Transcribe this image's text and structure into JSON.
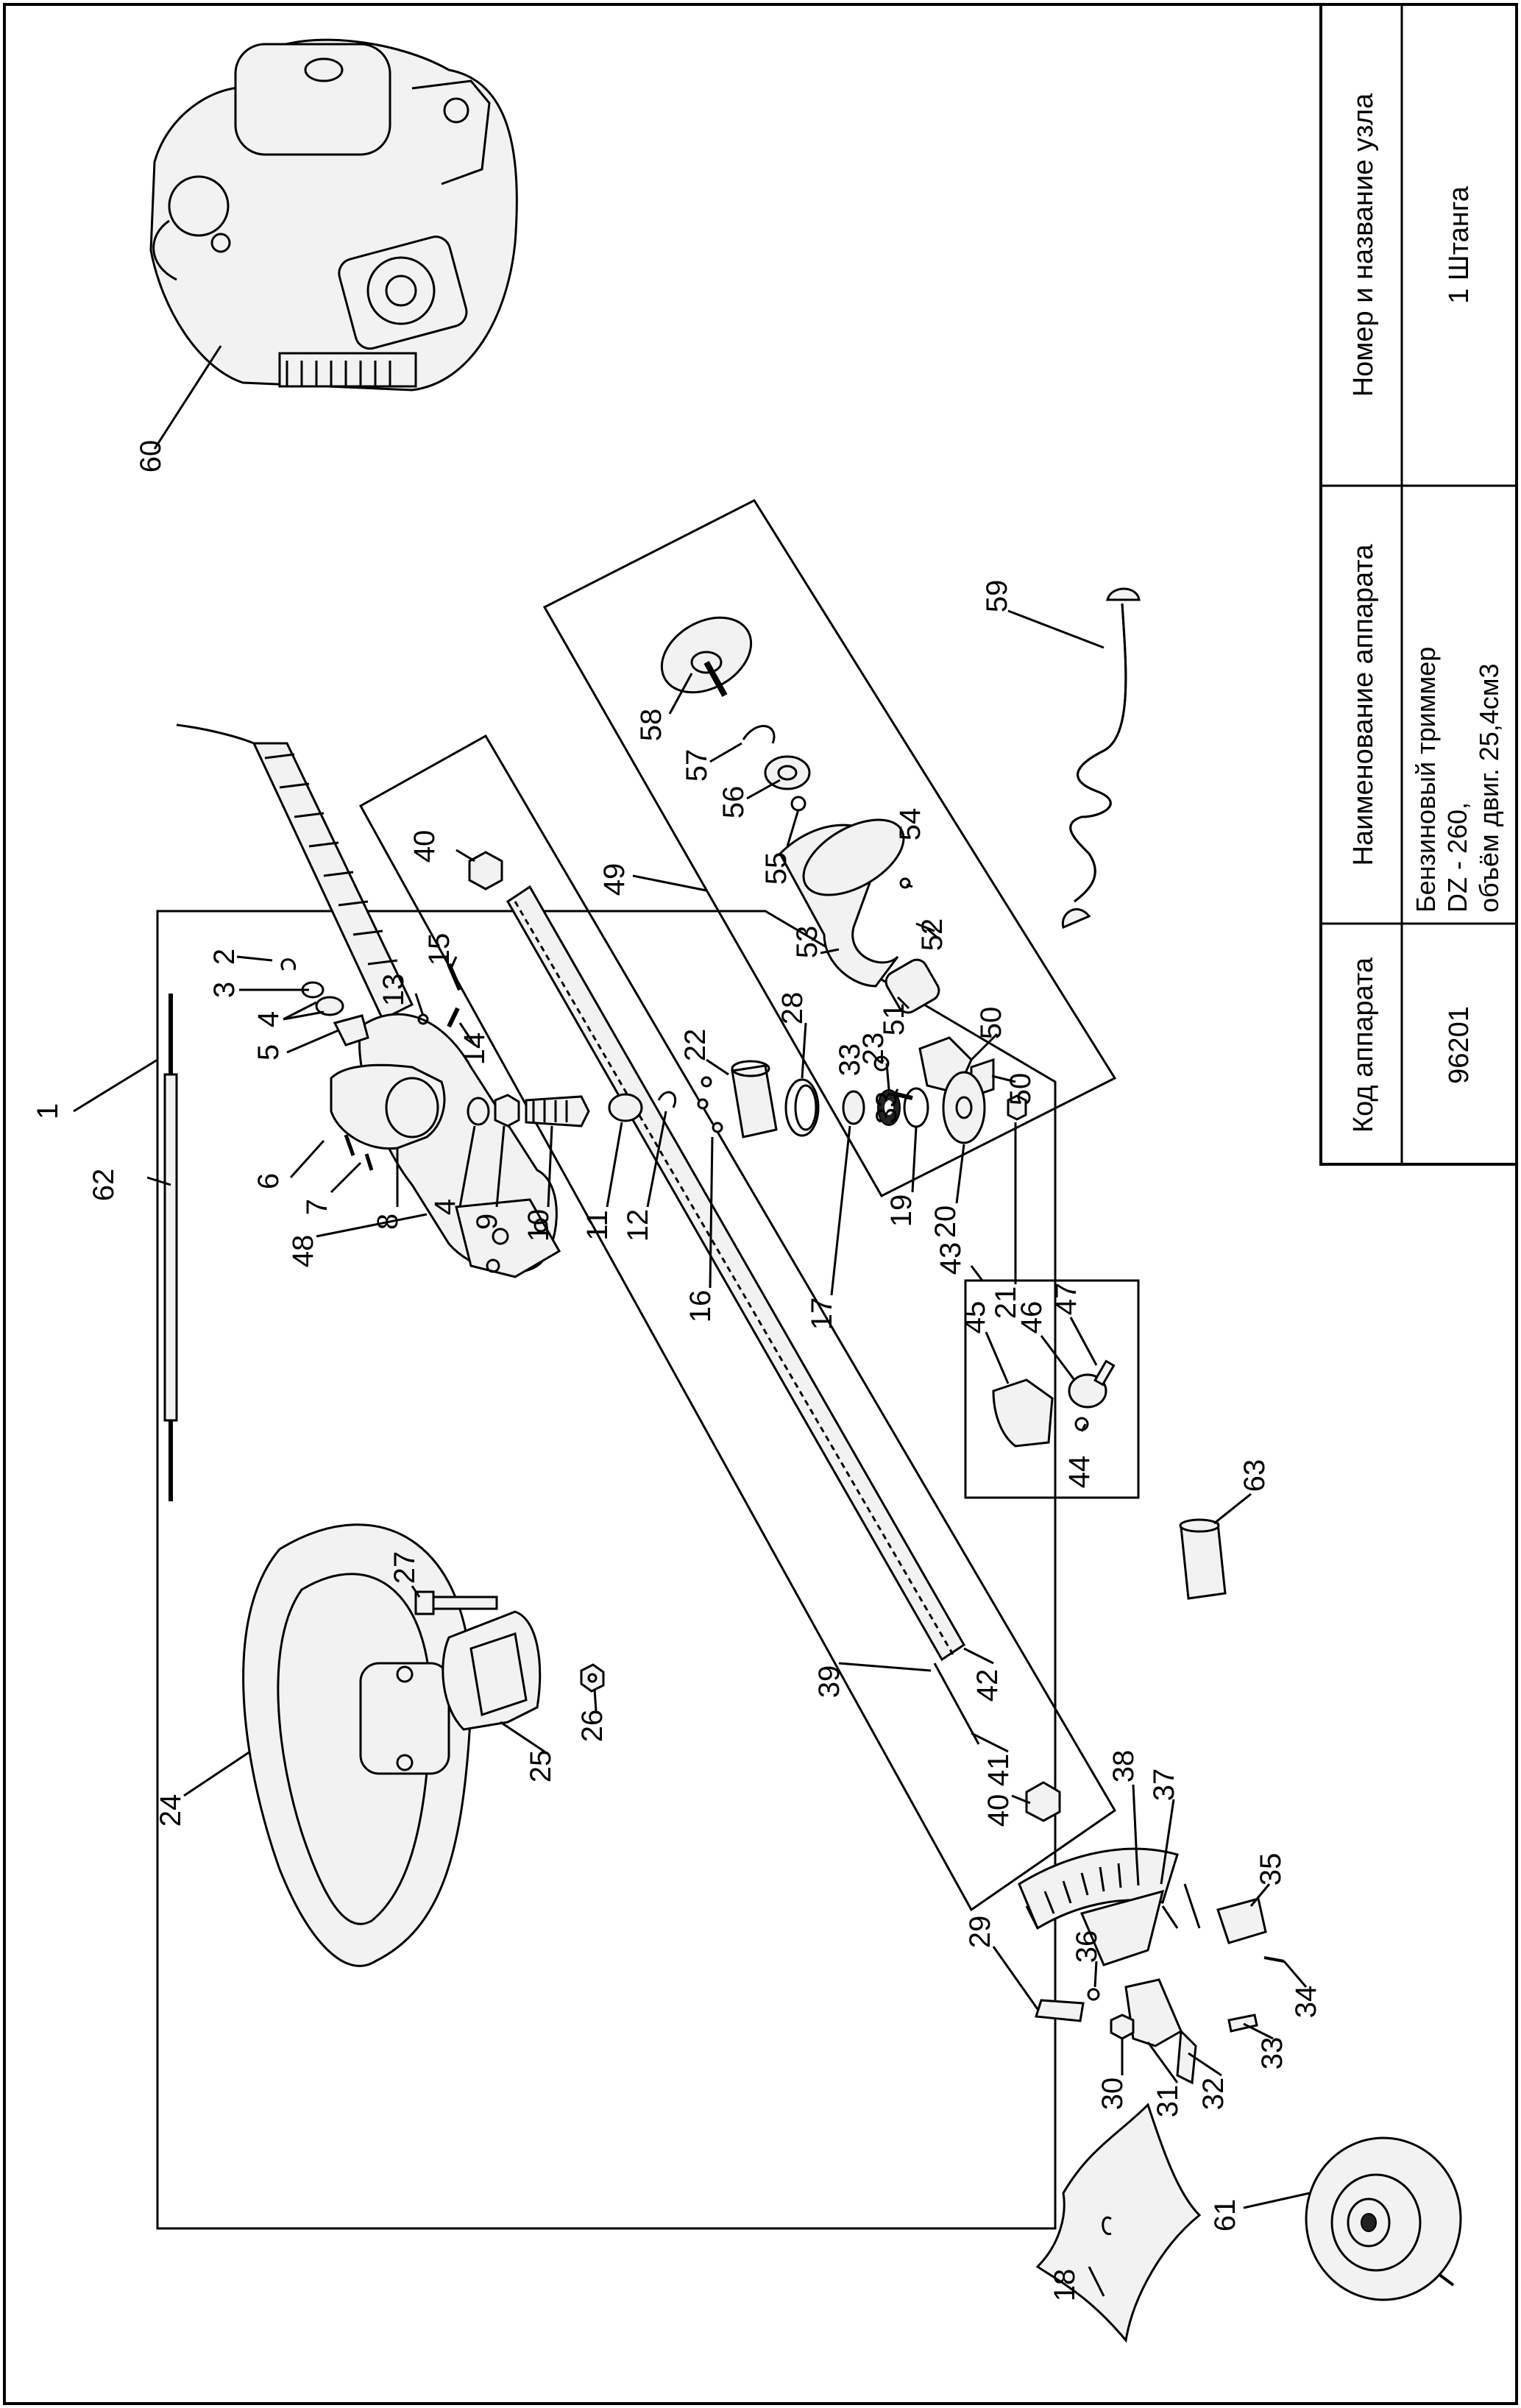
{
  "title_block": {
    "headers": {
      "code": "Код аппарата",
      "device_name": "Наименование аппарата",
      "node": "Номер и название узла"
    },
    "values": {
      "code": "96201",
      "device_name_line1": "Бензиновый триммер",
      "device_name_line2": "DZ - 260,",
      "device_name_line3": "объём двиг. 25,4см3",
      "node": "1 Штанга"
    }
  },
  "callouts": [
    "1",
    "2",
    "3",
    "4",
    "4",
    "5",
    "6",
    "7",
    "8",
    "9",
    "10",
    "11",
    "12",
    "13",
    "14",
    "15",
    "16",
    "17",
    "18",
    "19",
    "20",
    "21",
    "22",
    "23",
    "24",
    "25",
    "26",
    "27",
    "28",
    "29",
    "30",
    "31",
    "32",
    "33",
    "33",
    "33",
    "34",
    "35",
    "36",
    "37",
    "38",
    "39",
    "40",
    "40",
    "41",
    "42",
    "43",
    "44",
    "45",
    "46",
    "47",
    "48",
    "49",
    "50",
    "50",
    "51",
    "52",
    "53",
    "54",
    "55",
    "56",
    "57",
    "58",
    "59",
    "60",
    "61",
    "62",
    "63"
  ]
}
